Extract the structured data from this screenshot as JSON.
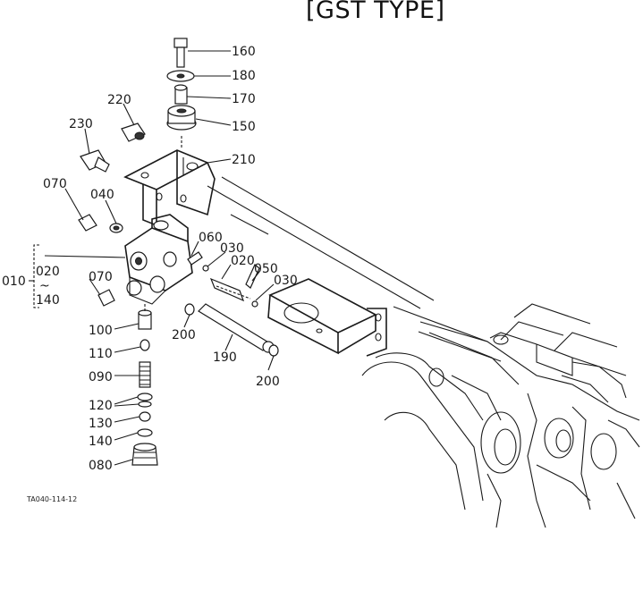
{
  "title": "[GST TYPE]",
  "figure_code": "TA040-114-12",
  "labels": {
    "p160": "160",
    "p180": "180",
    "p170": "170",
    "p150": "150",
    "p210": "210",
    "p220": "220",
    "p230": "230",
    "p070a": "070",
    "p040": "040",
    "p060": "060",
    "p030a": "030",
    "p020b": "020",
    "p050": "050",
    "p030b": "030",
    "p010": "010",
    "p020a": "020",
    "p140a": "140",
    "p070b": "070",
    "p100": "100",
    "p110": "110",
    "p090": "090",
    "p120": "120",
    "p130": "130",
    "p140b": "140",
    "p080": "080",
    "p200a": "200",
    "p190": "190",
    "p200b": "200"
  }
}
